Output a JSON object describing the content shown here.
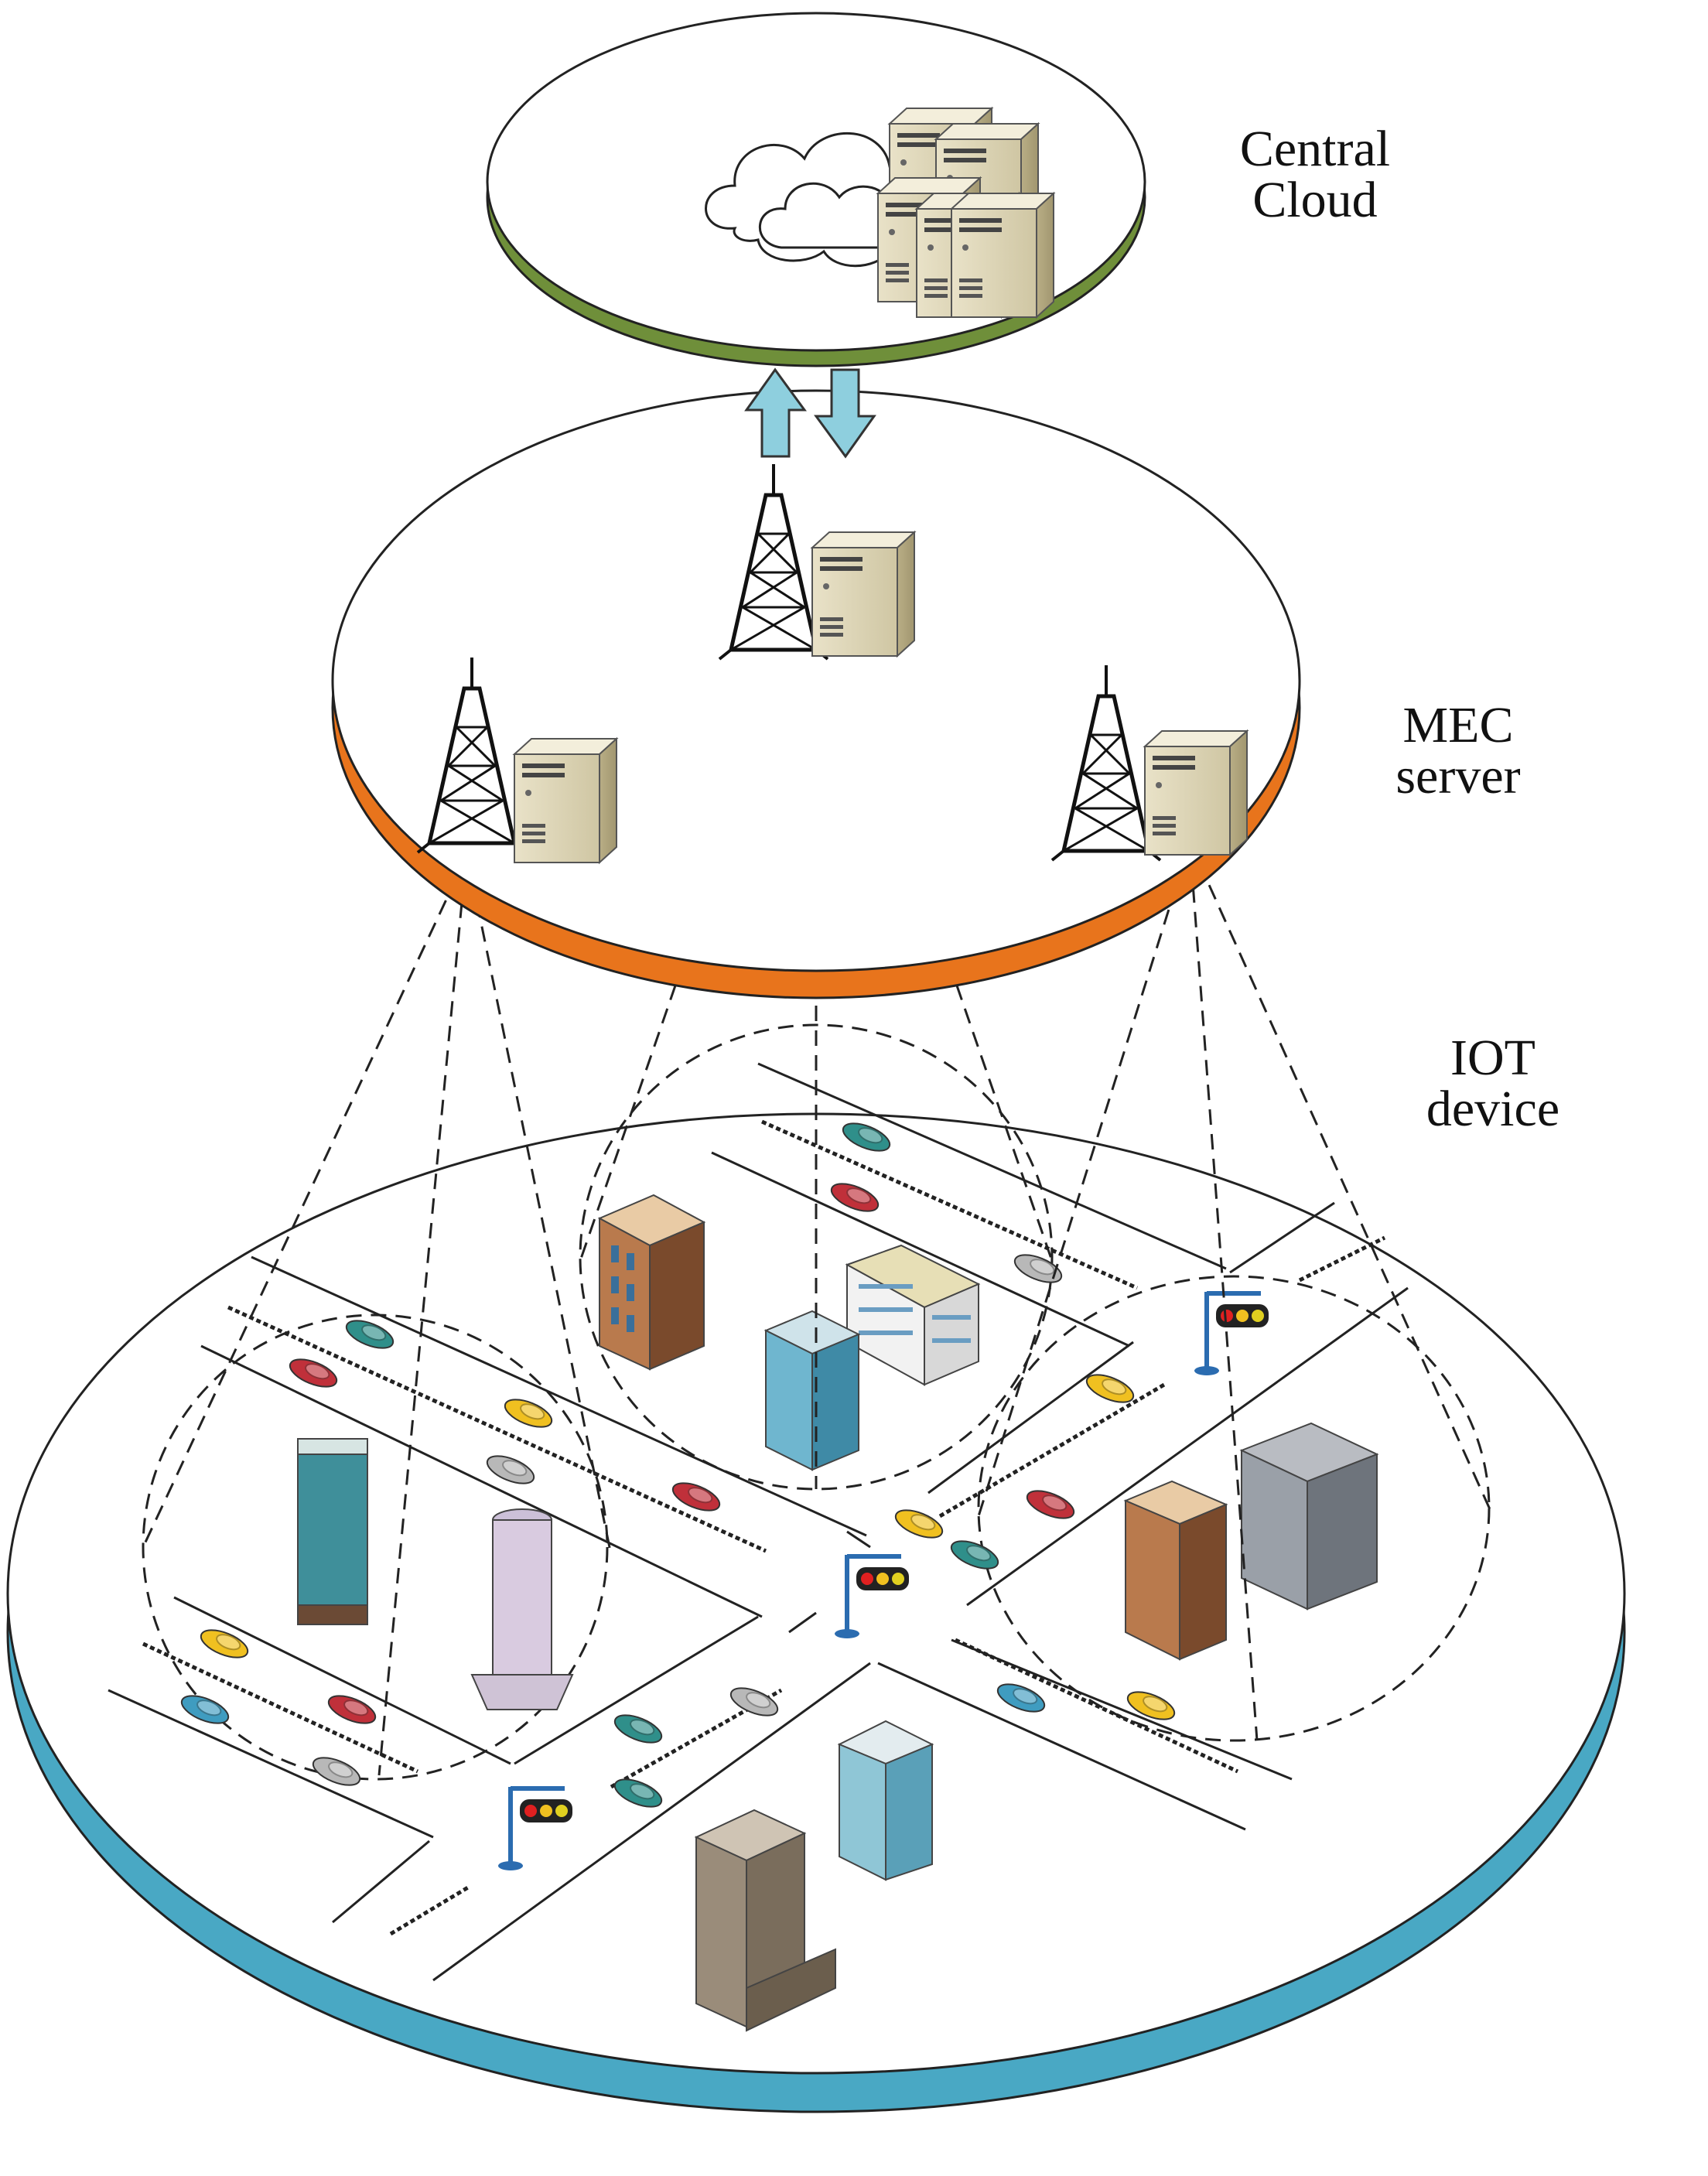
{
  "diagram": {
    "layers": [
      {
        "id": "cloud",
        "line1": "Central",
        "line2": "Cloud",
        "color": "#6f8f3a"
      },
      {
        "id": "mec",
        "line1": "MEC",
        "line2": "server",
        "color": "#e8741c"
      },
      {
        "id": "iot",
        "line1": "IOT",
        "line2": "device",
        "color": "#4aa8c4"
      }
    ],
    "arrow_color": "#8ecfde",
    "icons": [
      "cloud-icon",
      "server-rack-icon",
      "cell-tower-icon",
      "server-icon",
      "building-icon",
      "car-icon",
      "traffic-light-icon"
    ]
  }
}
